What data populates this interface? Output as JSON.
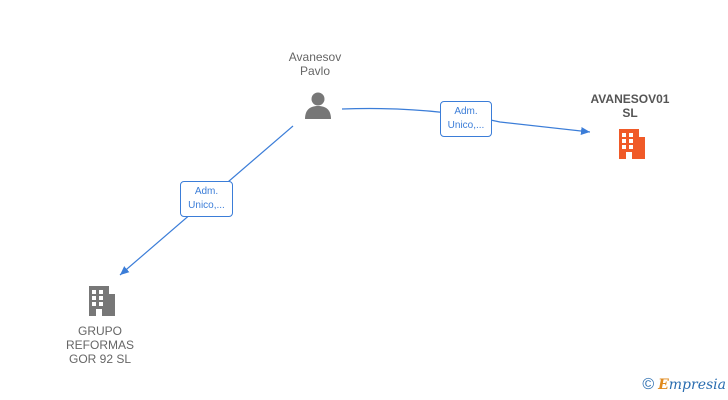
{
  "nodes": {
    "person": {
      "line1": "Avanesov",
      "line2": "Pavlo"
    },
    "company_main": {
      "line1": "AVANESOV01",
      "line2": "SL"
    },
    "company_other": {
      "line1": "GRUPO",
      "line2": "REFORMAS",
      "line3": "GOR 92  SL"
    }
  },
  "edges": {
    "to_main": {
      "line1": "Adm.",
      "line2": "Unico,..."
    },
    "to_other": {
      "line1": "Adm.",
      "line2": "Unico,..."
    }
  },
  "brand": {
    "copyright": "©",
    "initial": "E",
    "rest": "mpresia"
  },
  "colors": {
    "edge": "#3b7dd8",
    "person_icon": "#777777",
    "main_company": "#f05a28",
    "other_company": "#777777"
  },
  "icons": {
    "person": "person-icon",
    "main_company": "building-icon",
    "other_company": "building-icon"
  }
}
